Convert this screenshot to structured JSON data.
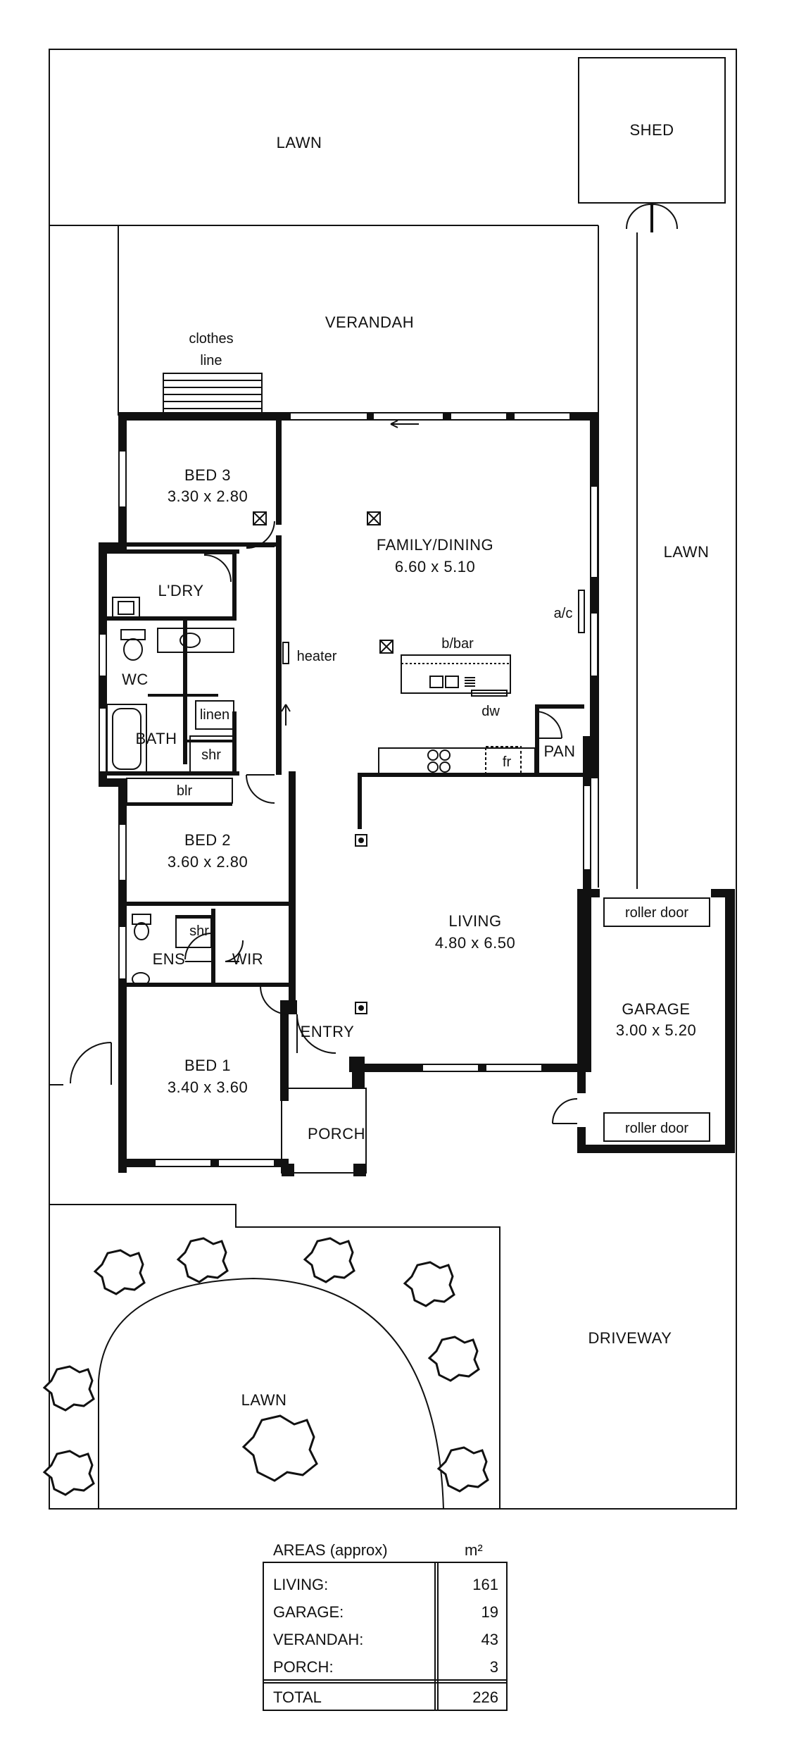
{
  "rooms": {
    "shed": "SHED",
    "lawn_rear": "LAWN",
    "verandah": "VERANDAH",
    "clothes_line_1": "clothes",
    "clothes_line_2": "line",
    "lawn_side": "LAWN",
    "bed3": "BED 3",
    "bed3_dim": "3.30 x 2.80",
    "family": "FAMILY/DINING",
    "family_dim": "6.60 x 5.10",
    "ldry": "L'DRY",
    "wc": "WC",
    "bath": "BATH",
    "linen": "linen",
    "shr": "shr",
    "heater": "heater",
    "bbar": "b/bar",
    "ac": "a/c",
    "dw": "dw",
    "fr": "fr",
    "pan": "PAN",
    "blr": "blr",
    "bed2": "BED 2",
    "bed2_dim": "3.60 x 2.80",
    "living": "LIVING",
    "living_dim": "4.80 x 6.50",
    "ens": "ENS",
    "ens_shr": "shr",
    "wir": "WIR",
    "entry": "ENTRY",
    "bed1": "BED 1",
    "bed1_dim": "3.40 x 3.60",
    "porch": "PORCH",
    "roller_door_top": "roller door",
    "garage": "GARAGE",
    "garage_dim": "3.00 x 5.20",
    "roller_door_bottom": "roller door",
    "driveway": "DRIVEWAY",
    "lawn_front": "LAWN"
  },
  "areas_table": {
    "title": "AREAS (approx)",
    "unit": "m²",
    "rows": [
      {
        "label": "LIVING:",
        "value": "161"
      },
      {
        "label": "GARAGE:",
        "value": "19"
      },
      {
        "label": "VERANDAH:",
        "value": "43"
      },
      {
        "label": "PORCH:",
        "value": "3"
      }
    ],
    "total_label": "TOTAL",
    "total_value": "226"
  }
}
